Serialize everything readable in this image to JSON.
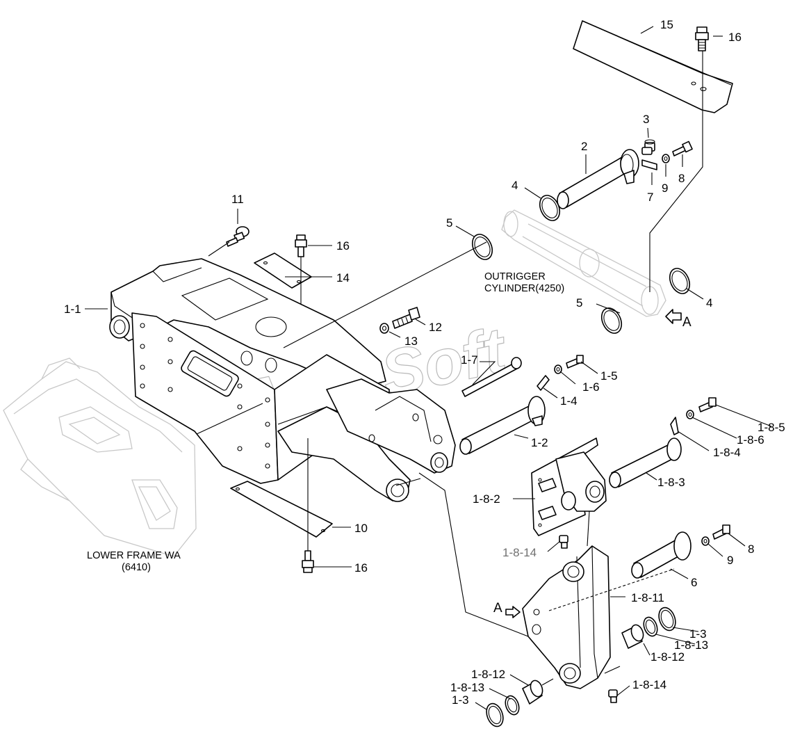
{
  "watermark": "AutoSoft",
  "notes": {
    "outrigger_line1": "OUTRIGGER",
    "outrigger_line2": "CYLINDER(4250)",
    "lower_frame_line1": "LOWER FRAME WA",
    "lower_frame_line2": "(6410)",
    "view_a_right": "A",
    "view_a_left": "A"
  },
  "callouts": {
    "c15": "15",
    "c16_top": "16",
    "c3": "3",
    "c2": "2",
    "c8_top": "8",
    "c9_top": "9",
    "c7": "7",
    "c4_top": "4",
    "c5_left": "5",
    "c11": "11",
    "c16_mid": "16",
    "c14": "14",
    "c1_1": "1-1",
    "c4_right": "4",
    "c5_right": "5",
    "c12": "12",
    "c13": "13",
    "c1_7": "1-7",
    "c1_5": "1-5",
    "c1_6": "1-6",
    "c1_4": "1-4",
    "c1_2": "1-2",
    "c1_8_5": "1-8-5",
    "c1_8_6": "1-8-6",
    "c1_8_4": "1-8-4",
    "c1_8_3": "1-8-3",
    "c1_8_2": "1-8-2",
    "c10": "10",
    "c16_bottom": "16",
    "c1_8_14_top": "1-8-14",
    "c8_bottom": "8",
    "c9_bottom": "9",
    "c6": "6",
    "c1_8_11": "1-8-11",
    "c1_3_right": "1-3",
    "c1_8_13_right": "1-8-13",
    "c1_8_12_right": "1-8-12",
    "c1_8_14_bottom": "1-8-14",
    "c1_8_12_left": "1-8-12",
    "c1_8_13_left": "1-8-13",
    "c1_3_left": "1-3"
  }
}
